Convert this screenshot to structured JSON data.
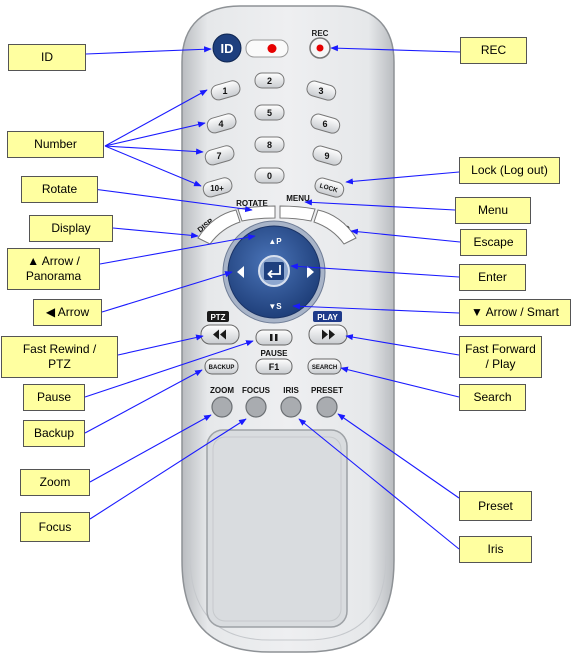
{
  "remote": {
    "buttons": {
      "id": "ID",
      "rec": "REC",
      "num_1": "1",
      "num_2": "2",
      "num_3": "3",
      "num_4": "4",
      "num_5": "5",
      "num_6": "6",
      "num_7": "7",
      "num_8": "8",
      "num_9": "9",
      "num_10plus": "10+",
      "num_0": "0",
      "lock": "LOCK",
      "rotate": "ROTATE",
      "menu": "MENU",
      "disp": "DISP",
      "esc": "ESC",
      "up": "▲P",
      "down": "▼S",
      "ptz_tag": "PTZ",
      "play_tag": "PLAY",
      "pause": "PAUSE",
      "f1": "F1",
      "backup": "BACKUP",
      "search": "SEARCH",
      "zoom": "ZOOM",
      "focus": "FOCUS",
      "iris": "IRIS",
      "preset": "PRESET"
    }
  },
  "callouts": {
    "id": "ID",
    "rec": "REC",
    "number": "Number",
    "lock": "Lock (Log out)",
    "rotate": "Rotate",
    "menu": "Menu",
    "display": "Display",
    "escape": "Escape",
    "arrow_up_1": "▲ Arrow /",
    "arrow_up_2": "Panorama",
    "enter": "Enter",
    "arrow_left": "◀ Arrow",
    "arrow_down": "▼ Arrow / Smart",
    "rewind_1": "Fast Rewind /",
    "rewind_2": "PTZ",
    "forward_1": "Fast  Forward",
    "forward_2": "/ Play",
    "pause": "Pause",
    "search": "Search",
    "backup": "Backup",
    "zoom": "Zoom",
    "preset": "Preset",
    "focus": "Focus",
    "iris": "Iris"
  }
}
